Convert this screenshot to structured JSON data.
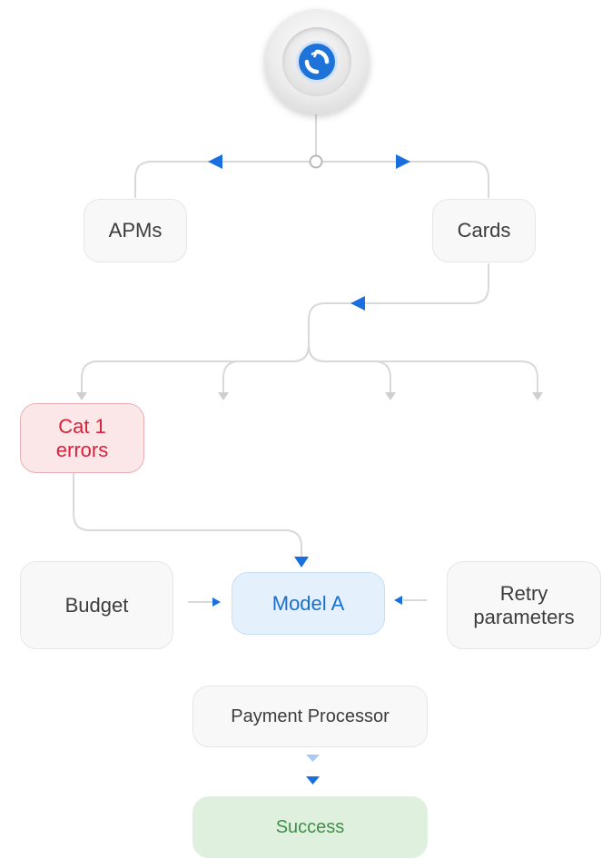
{
  "nodes": {
    "apms": "APMs",
    "cards": "Cards",
    "cat1": {
      "line1": "Cat 1",
      "line2": "errors"
    },
    "budget": "Budget",
    "model": "Model A",
    "retry": {
      "line1": "Retry",
      "line2": "parameters"
    },
    "processor": "Payment Processor",
    "success": "Success"
  },
  "icons": {
    "logo": "routing-logo-icon"
  },
  "colors": {
    "connector": "#d9d9d9",
    "arrow_blue": "#1a6fe0",
    "arrow_light_blue": "#a9c9f3",
    "error_text": "#d8213a",
    "model_text": "#1a6fce",
    "success_text": "#3f8f46"
  }
}
